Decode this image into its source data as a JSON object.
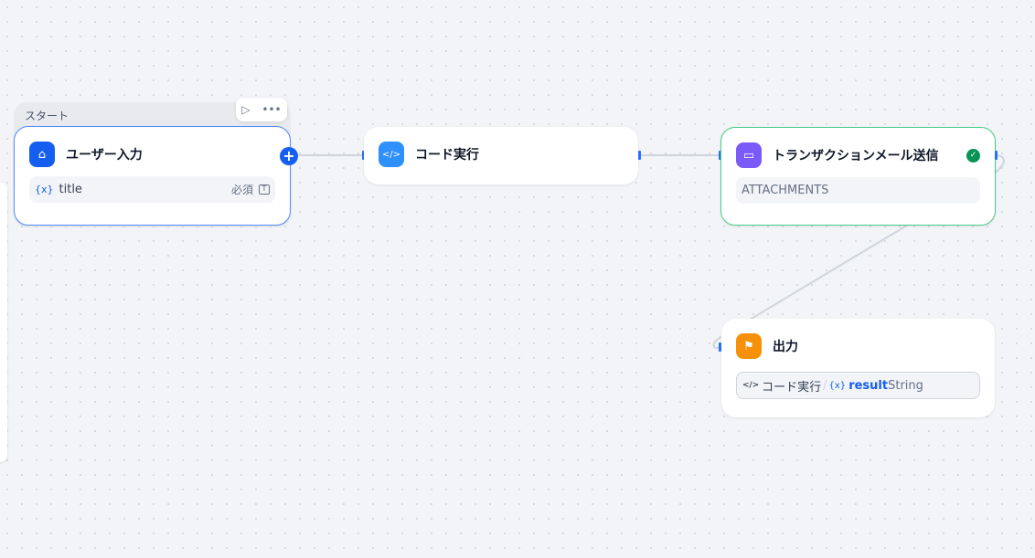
{
  "start_group": {
    "label": "スタート",
    "run_icon": "play-icon",
    "more_icon": "more-icon"
  },
  "nodes": {
    "user_input": {
      "title": "ユーザー入力",
      "icon": "home-icon",
      "var_icon": "{x}",
      "var_name": "title",
      "required": "必須",
      "type_icon": "text-type-icon",
      "color": "#155eef"
    },
    "code": {
      "title": "コード実行",
      "icon": "code-icon",
      "color": "#2e90fa"
    },
    "mail": {
      "title": "トランザクションメール送信",
      "icon": "mail-app-icon",
      "field": "ATTACHMENTS",
      "status": "success",
      "color": "#7a5af8"
    },
    "output": {
      "title": "出力",
      "icon": "flag-icon",
      "color": "#f79009",
      "ref_node_icon": "</>",
      "ref_node": "コード実行",
      "sep": "/",
      "var_icon": "{x}",
      "var_name": "result",
      "var_type": "String"
    }
  }
}
